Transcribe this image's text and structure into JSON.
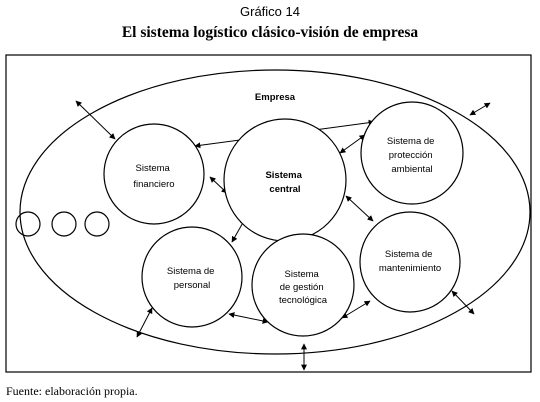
{
  "figure": {
    "kicker": "Gráfico 14",
    "title": "El sistema logístico clásico-visión de empresa",
    "source": "Fuente: elaboración propia."
  },
  "diagram": {
    "container_label": "Empresa",
    "nodes": {
      "financiero": [
        "Sistema",
        "financiero"
      ],
      "central": [
        "Sistema",
        "central"
      ],
      "proteccion": [
        "Sistema de",
        "protección",
        "ambiental"
      ],
      "personal": [
        "Sistema de",
        "personal"
      ],
      "gestion": [
        "Sistema",
        "de",
        "gestión",
        "tecnológica"
      ],
      "mantenimiento": [
        "Sistema de",
        "mantenimiento"
      ]
    }
  }
}
